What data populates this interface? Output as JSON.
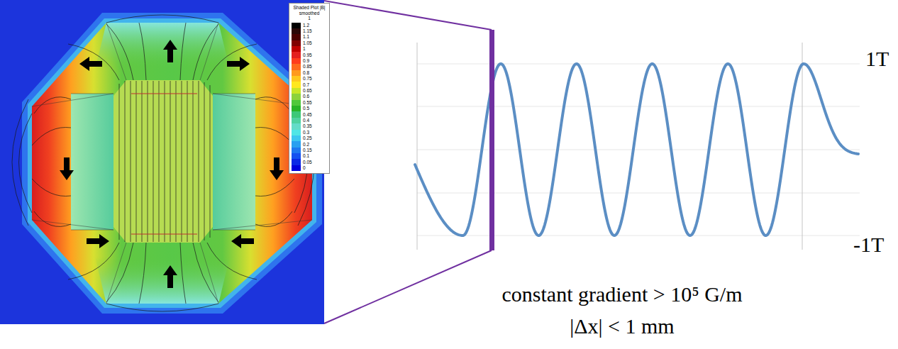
{
  "diagram": {
    "nodes": [
      {
        "text": [
          "Shaded Plot |B| smoothed",
          "1"
        ]
      }
    ],
    "labels": [
      "1T",
      "-1T",
      "constant gradient > 10⁵ G/m",
      "|Δx| < 1 mm"
    ],
    "legend": [
      {
        "text": "1.2",
        "color": "#000000"
      },
      {
        "text": "1.15",
        "color": "#2a0808"
      },
      {
        "text": "1.1",
        "color": "#4a0000"
      },
      {
        "text": "1.05",
        "color": "#800000"
      },
      {
        "text": "1",
        "color": "#c00000"
      },
      {
        "text": "0.95",
        "color": "#e42020"
      },
      {
        "text": "0.9",
        "color": "#ff3c1e"
      },
      {
        "text": "0.85",
        "color": "#ff6a1e"
      },
      {
        "text": "0.8",
        "color": "#ff9a1e"
      },
      {
        "text": "0.75",
        "color": "#ffc81e"
      },
      {
        "text": "0.7",
        "color": "#ffe81e"
      },
      {
        "text": "0.65",
        "color": "#c8e628"
      },
      {
        "text": "0.6",
        "color": "#8cd23c"
      },
      {
        "text": "0.55",
        "color": "#50c83c"
      },
      {
        "text": "0.5",
        "color": "#28b428"
      },
      {
        "text": "0.45",
        "color": "#3cc878"
      },
      {
        "text": "0.4",
        "color": "#50d2a0"
      },
      {
        "text": "0.35",
        "color": "#64dcc8"
      },
      {
        "text": "0.3",
        "color": "#50e6e6"
      },
      {
        "text": "0.25",
        "color": "#3cc8f0"
      },
      {
        "text": "0.2",
        "color": "#28a0f0"
      },
      {
        "text": "0.15",
        "color": "#1e78f0"
      },
      {
        "text": "0.1",
        "color": "#1450f0"
      },
      {
        "text": "0.05",
        "color": "#0a28e6"
      },
      {
        "text": "0",
        "color": "#0000dc"
      }
    ]
  }
}
